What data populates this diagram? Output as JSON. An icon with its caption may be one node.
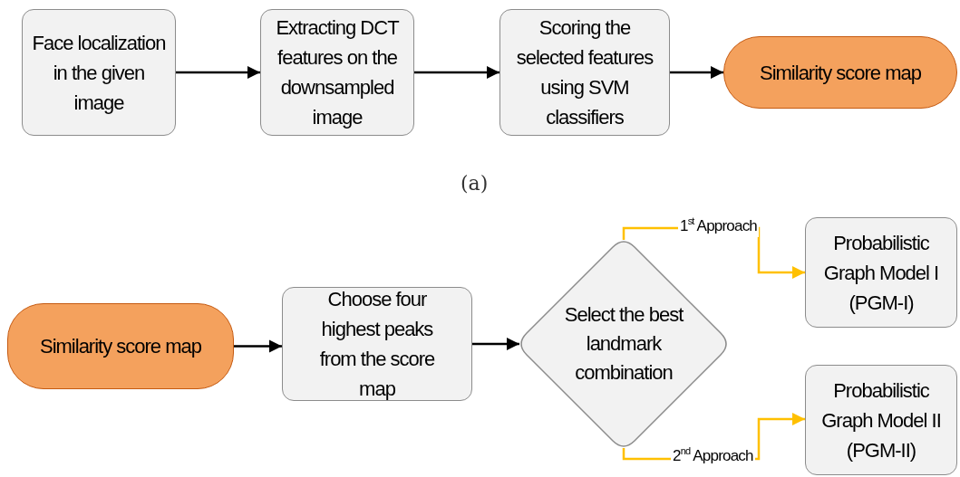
{
  "diagram": {
    "nodes": [
      {
        "text": [
          "Face localization in the given image"
        ]
      },
      {
        "text": [
          "Extracting DCT features on the downsampled image"
        ]
      },
      {
        "text": [
          "Scoring the selected features using SVM classifiers"
        ]
      },
      {
        "text": [
          "Similarity score map"
        ]
      },
      {
        "text": [
          "Similarity score map"
        ]
      },
      {
        "text": [
          "Choose four highest peaks from the score map"
        ]
      },
      {
        "text": [
          "Select the best landmark combination"
        ]
      },
      {
        "text": [
          "Probabilistic Graph Model I (PGM-I)"
        ]
      },
      {
        "text": [
          "Probabilistic Graph Model II (PGM-II)"
        ]
      }
    ],
    "edges": [
      {
        "from": 0,
        "to": 1,
        "arrow": "to"
      },
      {
        "from": 1,
        "to": 2,
        "arrow": "to"
      },
      {
        "from": 2,
        "to": 3,
        "arrow": "to"
      },
      {
        "from": 4,
        "to": 5,
        "arrow": "to"
      },
      {
        "from": 5,
        "to": 6,
        "arrow": "to"
      },
      {
        "from": 6,
        "to": 7,
        "arrow": "to",
        "label": "1$^{st}$ Approach",
        "color": "#ffc000"
      },
      {
        "from": 6,
        "to": 8,
        "arrow": "to",
        "label": "2$^{nd}$ Approach",
        "color": "#ffc000"
      }
    ],
    "labels": [
      "(a)"
    ]
  }
}
